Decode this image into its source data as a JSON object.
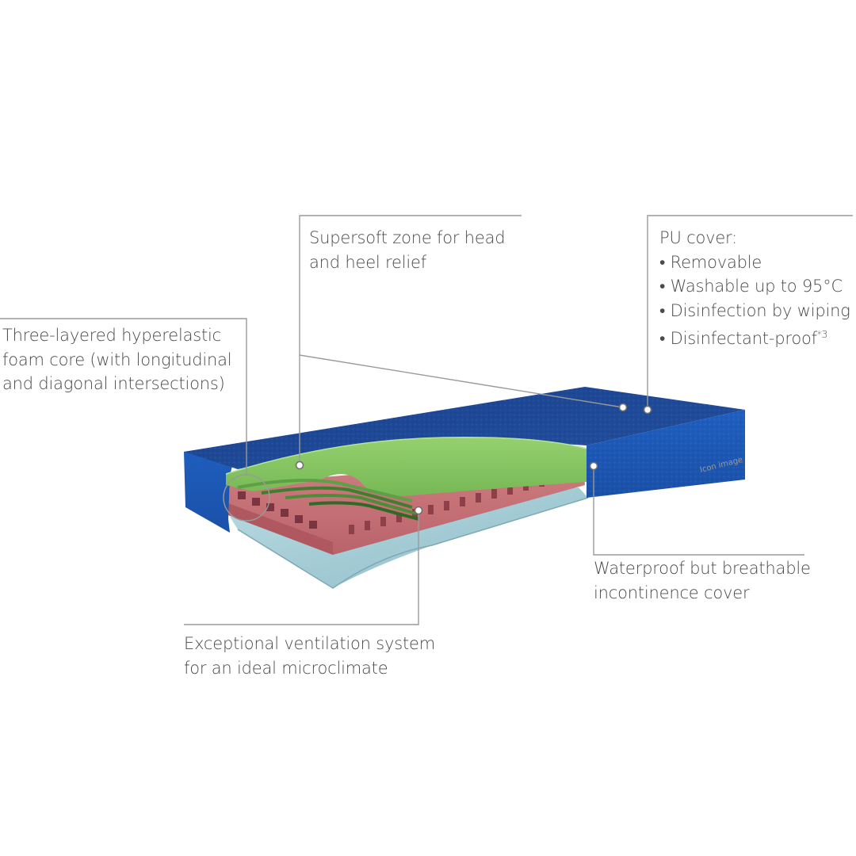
{
  "colors": {
    "cover_top": "#1e4a97",
    "cover_side": "#1b57b3",
    "top_foam": "#8ccb66",
    "mid_foam": "#c9767a",
    "base_foam": "#a9cfd7",
    "callout_line": "#9a9a9a",
    "text": "#4a4a4a"
  },
  "labels": {
    "pu_cover": {
      "title": "PU cover:",
      "items": [
        "Removable",
        "Washable up to 95°C",
        "Disinfection by wiping",
        "Disinfectant-proof"
      ],
      "footnote": "*3"
    },
    "supersoft": [
      "Supersoft zone for head",
      "and heel relief"
    ],
    "core": [
      "Three-layered hyperelastic",
      "foam core (with longitudinal",
      "and diagonal intersections)"
    ],
    "waterproof": [
      "Waterproof but breathable",
      "incontinence cover"
    ],
    "ventilation": [
      "Exceptional ventilation system",
      "for an ideal microclimate"
    ]
  },
  "image_note": "Icon image"
}
